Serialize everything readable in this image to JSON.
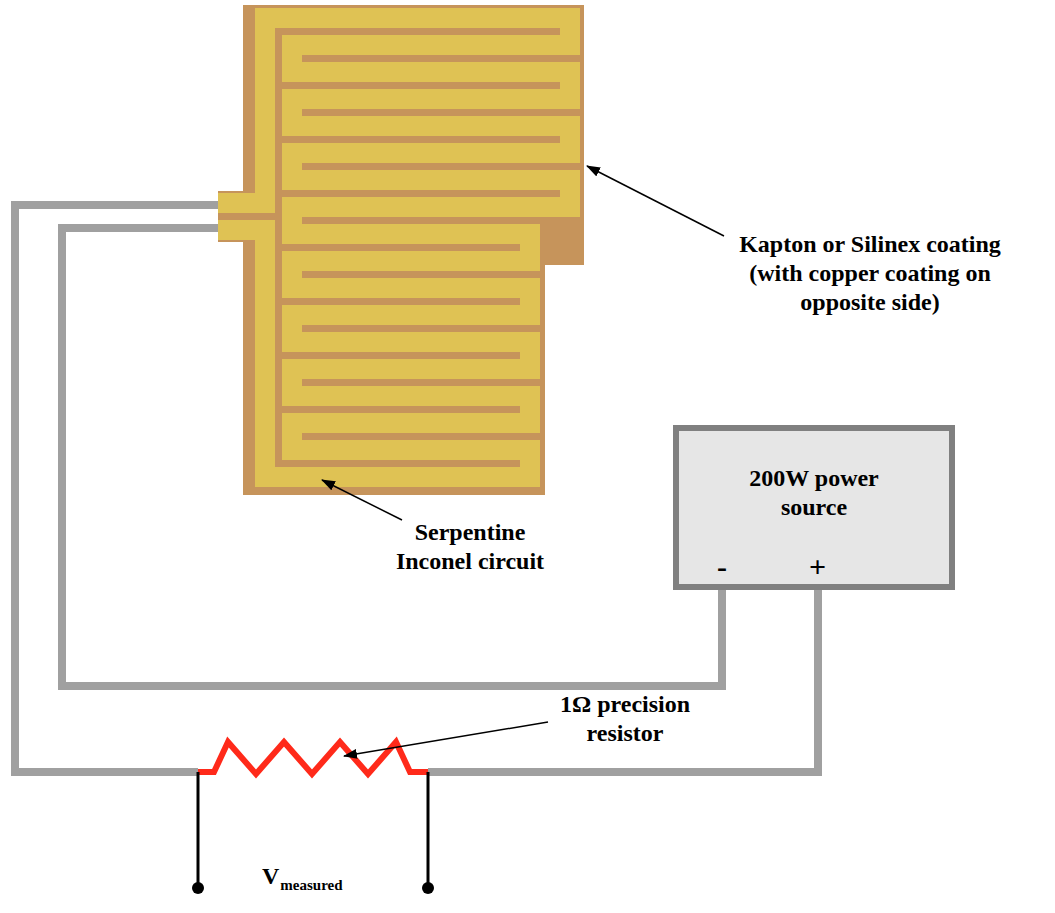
{
  "diagram": {
    "nodes": [
      {
        "text": [
          "200W power source",
          "-",
          "+"
        ]
      }
    ],
    "labels": [
      "Kapton or Silinex coating (with copper coating on opposite side)",
      "Serpentine Inconel circuit",
      "1Ω precision resistor",
      "V",
      "measured"
    ]
  }
}
